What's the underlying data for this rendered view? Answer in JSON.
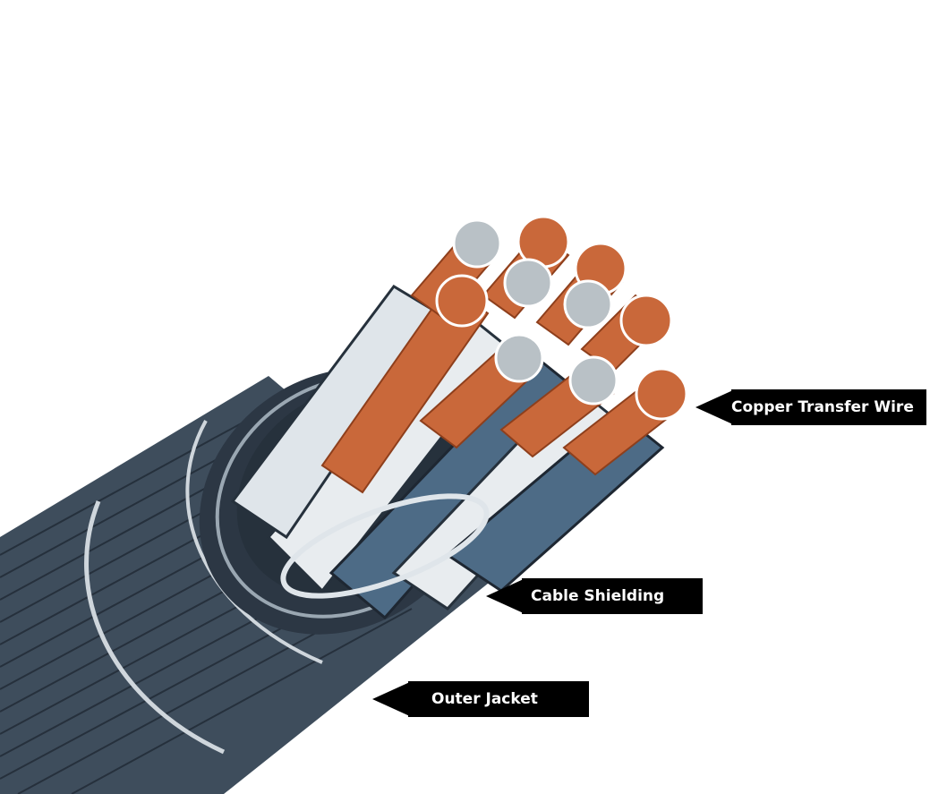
{
  "labels": {
    "copper": "Copper Transfer Wire",
    "shielding": "Cable Shielding",
    "jacket": "Outer Jacket"
  },
  "colors": {
    "jacket": "#3e4d5c",
    "jacket_dark": "#1e2732",
    "shield": "#2c3744",
    "insulation_white": "#e8ecef",
    "insulation_blue": "#4d6b86",
    "copper": "#c9683a",
    "copper_dark": "#8e3f1c",
    "steel": "#b9c1c6",
    "callout": "#000000"
  },
  "icons": {
    "pointer": "left-pointing-triangle"
  }
}
